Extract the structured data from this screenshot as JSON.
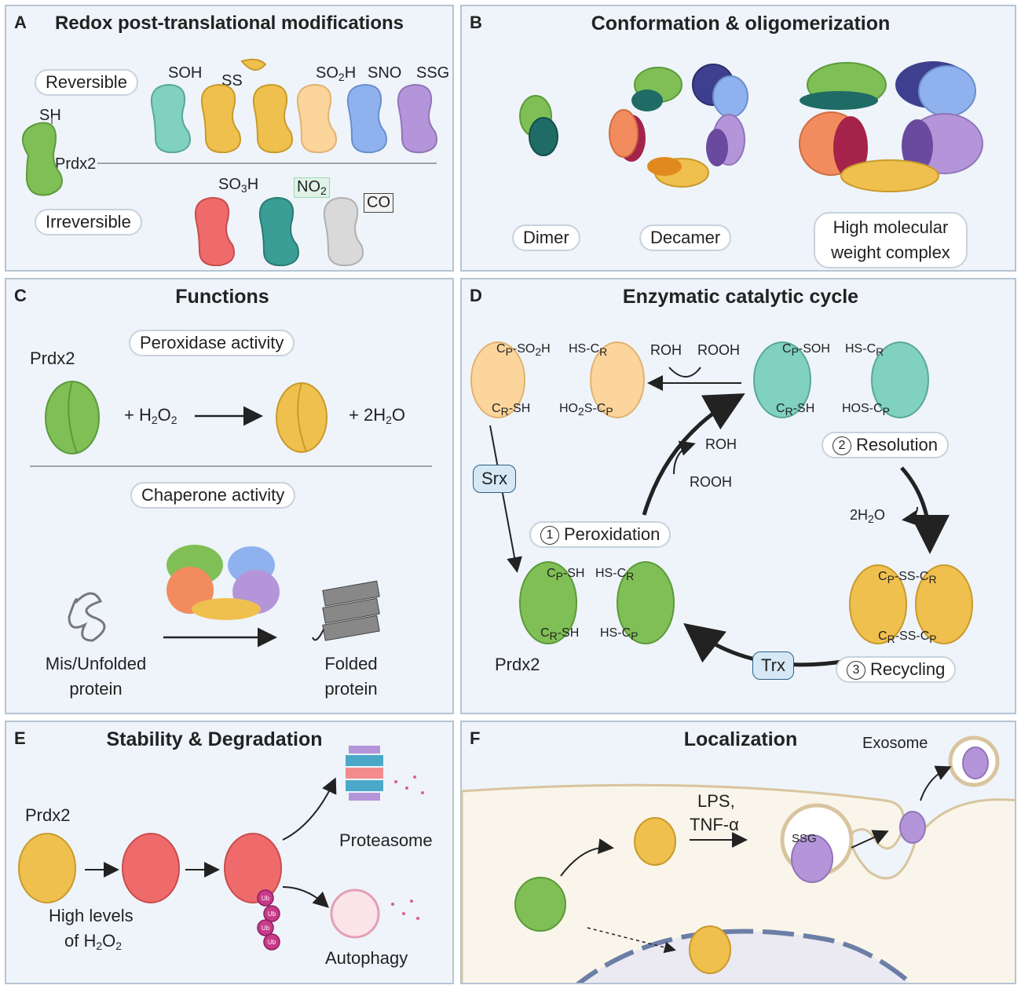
{
  "colors": {
    "panel_bg": "#eef4fa",
    "panel_border": "#b5c4d3",
    "green": "#7fbf56",
    "teal": "#80d1c0",
    "yellow": "#f0c04e",
    "peach": "#fbd59c",
    "blue": "#8fb2ee",
    "purple": "#b595d9",
    "red": "#ef6b6b",
    "darkteal": "#3a9e95",
    "grey": "#d9d9d9"
  },
  "panelA": {
    "letter": "A",
    "title": "Redox post-translational modifications",
    "reversible": "Reversible",
    "irreversible": "Irreversible",
    "sh": "SH",
    "prdx2": "Prdx2",
    "soh": "SOH",
    "ss": "SS",
    "s1": "S",
    "s2": "S",
    "so2h": "SO",
    "so2h_sub": "2",
    "so2h_h": "H",
    "sno": "SNO",
    "ssg": "SSG",
    "so3h": "SO",
    "so3h_sub": "3",
    "so3h_h": "H",
    "no2": "NO",
    "no2_sub": "2",
    "co": "CO"
  },
  "panelB": {
    "letter": "B",
    "title": "Conformation & oligomerization",
    "dimer": "Dimer",
    "decamer": "Decamer",
    "hmw": "High molecular weight complex"
  },
  "panelC": {
    "letter": "C",
    "title": "Functions",
    "prdx2": "Prdx2",
    "peroxidase": "Peroxidase activity",
    "h2o2": "+ H",
    "h2o2_sub": "2",
    "h2o2_o": "O",
    "h2o2_sub2": "2",
    "water": "+ 2H",
    "water_sub": "2",
    "water_o": "O",
    "chaperone": "Chaperone activity",
    "misfolded": "Mis/Unfolded protein",
    "folded": "Folded protein"
  },
  "panelD": {
    "letter": "D",
    "title": "Enzymatic catalytic cycle",
    "roh1": "ROH",
    "rooh1": "ROOH",
    "roh2": "ROH",
    "rooh2": "ROOH",
    "srx": "Srx",
    "resolution": "Resolution",
    "peroxidation": "Peroxidation",
    "recycling": "Recycling",
    "trx": "Trx",
    "water": "2H",
    "water_sub": "2",
    "water_o": "O",
    "prdx2": "Prdx2",
    "n1": "1",
    "n2": "2",
    "n3": "3",
    "cp": "C",
    "cp_sub": "P",
    "cr": "C",
    "cr_sub": "R",
    "so2h": "SO",
    "so2h_sub": "2",
    "so2h_h": "H",
    "sh": "SH",
    "hs": "HS",
    "ho2s": "HO",
    "ho2s_sub": "2",
    "ho2s_s": "S",
    "soh": "SOH",
    "hos": "HOS",
    "ss": "SS"
  },
  "panelE": {
    "letter": "E",
    "title": "Stability & Degradation",
    "prdx2": "Prdx2",
    "high": "High levels",
    "of": "of H",
    "of_sub": "2",
    "of_o": "O",
    "of_sub2": "2",
    "proteasome": "Proteasome",
    "autophagy": "Autophagy",
    "ub": "Ub"
  },
  "panelF": {
    "letter": "F",
    "title": "Localization",
    "exosome": "Exosome",
    "lps": "LPS,",
    "tnf": "TNF-α",
    "ssg": "SSG"
  }
}
